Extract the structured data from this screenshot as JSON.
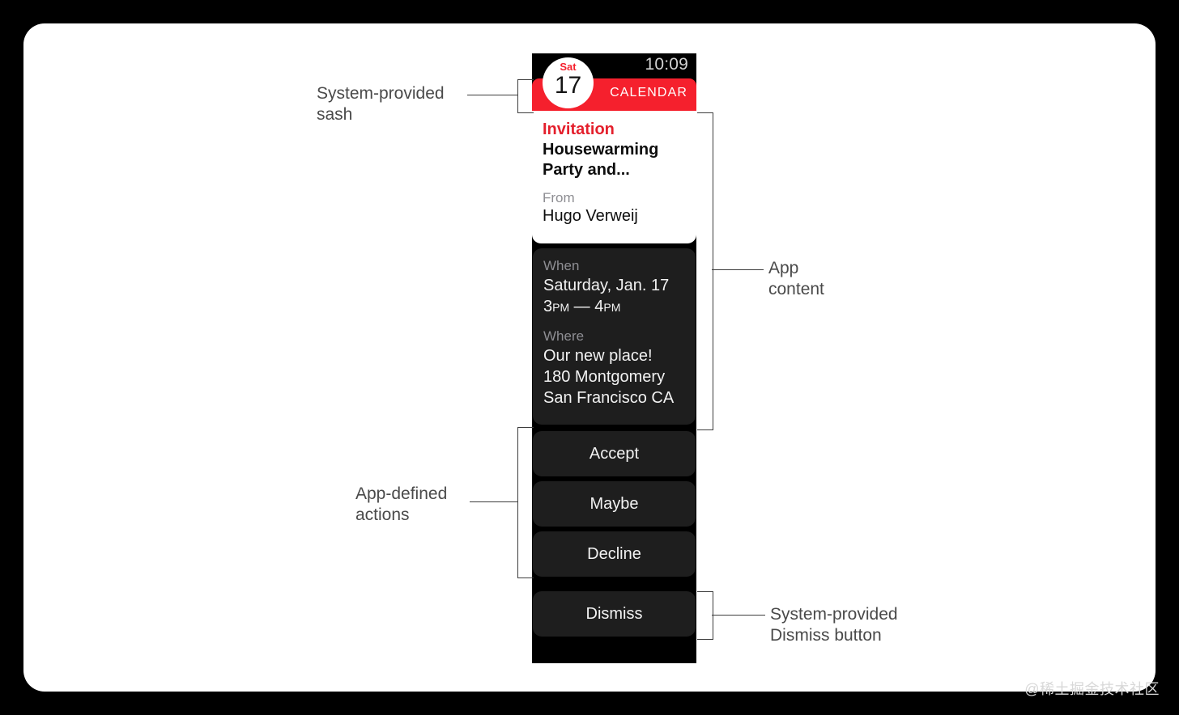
{
  "watch": {
    "status": {
      "time": "10:09"
    },
    "sash": {
      "app_label": "CALENDAR",
      "calendar_icon": {
        "weekday": "Sat",
        "date": "17"
      },
      "color": "#f5202d"
    },
    "invitation": {
      "kind": "Invitation",
      "kind_color": "#e41f2c",
      "subject": "Housewarming Party and...",
      "from_label": "From",
      "from_name": "Hugo Verweij"
    },
    "details": {
      "when_label": "When",
      "when_date": "Saturday, Jan. 17",
      "when_time_start": "3",
      "when_time_start_suffix": "PM",
      "when_time_dash": " — ",
      "when_time_end": "4",
      "when_time_end_suffix": "PM",
      "where_label": "Where",
      "where_line1": "Our new place!",
      "where_line2": "180 Montgomery",
      "where_line3": "San Francisco CA"
    },
    "actions": [
      {
        "label": "Accept"
      },
      {
        "label": "Maybe"
      },
      {
        "label": "Decline"
      }
    ],
    "dismiss": {
      "label": "Dismiss"
    }
  },
  "annotations": {
    "sash": "System-provided\nsash",
    "app_content": "App\ncontent",
    "app_actions": "App-defined\nactions",
    "dismiss": "System-provided\nDismiss button"
  },
  "watermark": "@稀土掘金技术社区"
}
